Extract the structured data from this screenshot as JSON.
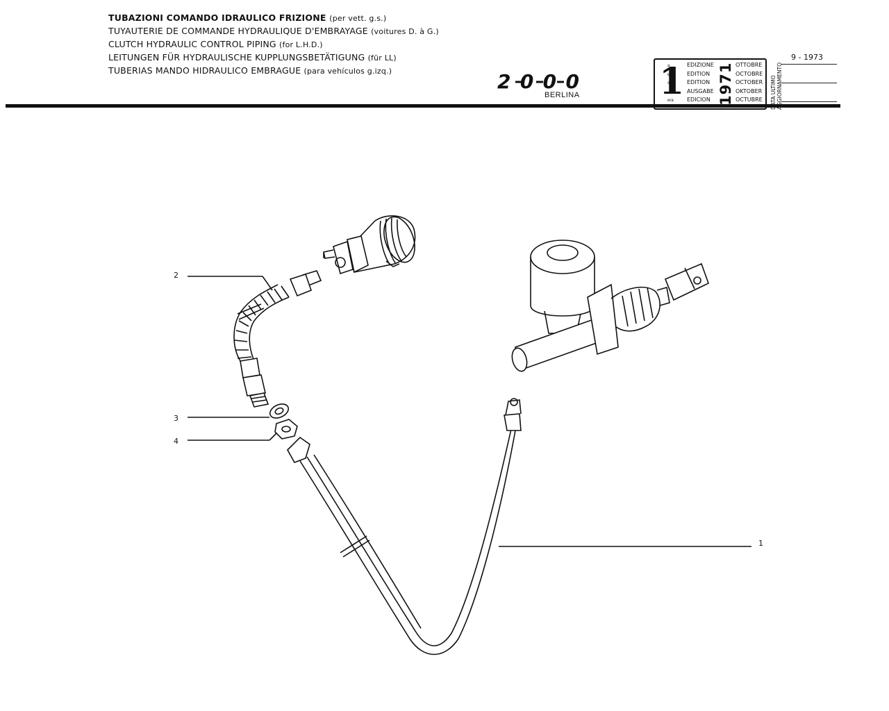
{
  "titles": {
    "line1": "TUBAZIONI COMANDO IDRAULICO FRIZIONE",
    "line1_sub": "(per vett. g.s.)",
    "line2": "TUYAUTERIE DE COMMANDE HYDRAULIQUE D'EMBRAYAGE",
    "line2_sub": "(voitures D. à G.)",
    "line3": "CLUTCH HYDRAULIC CONTROL PIPING",
    "line3_sub": "(for L.H.D.)",
    "line4": "LEITUNGEN FÜR HYDRAULISCHE KUPPLUNGSBETÄTIGUNG",
    "line4_sub": "(für LL)",
    "line5": "TUBERIAS MANDO HIDRAULICO EMBRAGUE",
    "line5_sub": "(para vehículos g.izq.)"
  },
  "logo": {
    "model": "2000",
    "body": "BERLINA"
  },
  "edition": {
    "number": "1",
    "suffixes": [
      "a",
      "ere",
      "st",
      ".",
      "era"
    ],
    "labels": [
      "EDIZIONE",
      "EDITION",
      "EDITION",
      "AUSGABE",
      "EDICION"
    ],
    "year": "1971",
    "months": [
      "OTTOBRE",
      "OCTOBRE",
      "OCTOBER",
      "OKTOBER",
      "OCTUBRE"
    ]
  },
  "last_update": {
    "label_line1": "DATA ULTIMO",
    "label_line2": "AGGIORNAMENTO",
    "date": "9 - 1973"
  },
  "callouts": [
    {
      "id": "1",
      "label": "1"
    },
    {
      "id": "2",
      "label": "2"
    },
    {
      "id": "3",
      "label": "3"
    },
    {
      "id": "4",
      "label": "4"
    }
  ]
}
